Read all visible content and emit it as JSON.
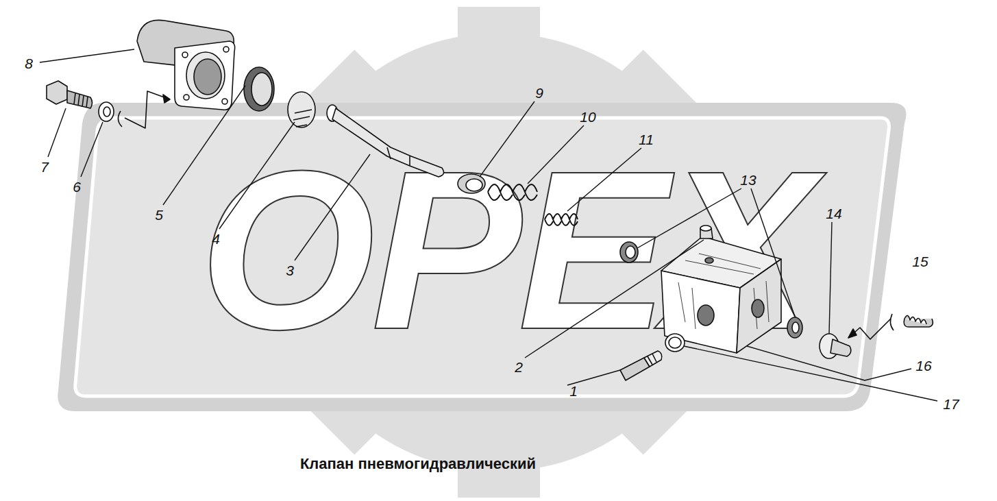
{
  "diagram": {
    "caption": "Клапан пневмогидравлический",
    "labels": [
      "8",
      "7",
      "6",
      "5",
      "4",
      "3",
      "9",
      "10",
      "11",
      "13",
      "2",
      "14",
      "15",
      "1",
      "16",
      "17",
      "ОРЕХ"
    ]
  }
}
